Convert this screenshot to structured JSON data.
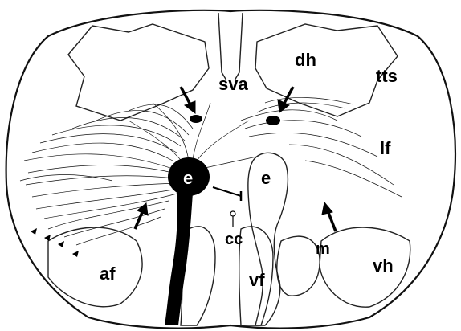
{
  "figure": {
    "labels": {
      "sva": "sva",
      "dh": "dh",
      "tts": "tts",
      "lf": "lf",
      "e_left": "e",
      "e_right": "e",
      "cc": "cc",
      "m": "m",
      "af": "af",
      "vf": "vf",
      "vh": "vh"
    }
  }
}
